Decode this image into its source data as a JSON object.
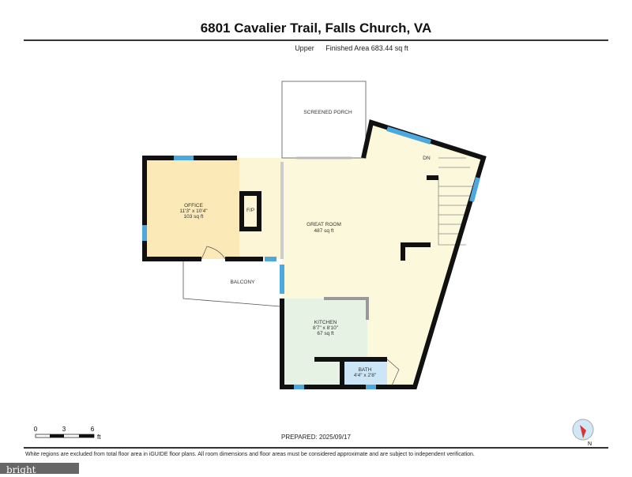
{
  "title": "6801 Cavalier Trail, Falls Church, VA",
  "floor": "Upper",
  "finished_area": "Finished Area 683.44 sq ft",
  "rooms": {
    "porch": {
      "name": "SCREENED PORCH"
    },
    "office": {
      "name": "OFFICE",
      "dims": "11'3\" x 10'4\"",
      "area": "103 sq ft"
    },
    "fp": {
      "name": "F/P"
    },
    "great": {
      "name": "GREAT ROOM",
      "area": "487 sq ft"
    },
    "dn": {
      "name": "DN"
    },
    "balcony": {
      "name": "BALCONY"
    },
    "kitchen": {
      "name": "KITCHEN",
      "dims": "8'7\" x 8'10\"",
      "area": "67 sq ft"
    },
    "bath": {
      "name": "BATH",
      "dims": "4'4\" x 2'8\""
    }
  },
  "scale": {
    "t0": "0",
    "t1": "3",
    "t2": "6",
    "unit": "ft"
  },
  "prepared": "PREPARED: 2025/09/17",
  "compass": "N",
  "disclaimer": "White regions are excluded from total floor area in iGUIDE floor plans. All room dimensions and floor areas must be considered approximate and are subject to independent verification.",
  "logo": "bright",
  "colors": {
    "wall": "#111111",
    "window": "#4ba9de",
    "great_room": "#fbf8dc",
    "office": "#fbe9b8",
    "kitchen": "#e6f2e4",
    "bath": "#cde6f7"
  }
}
